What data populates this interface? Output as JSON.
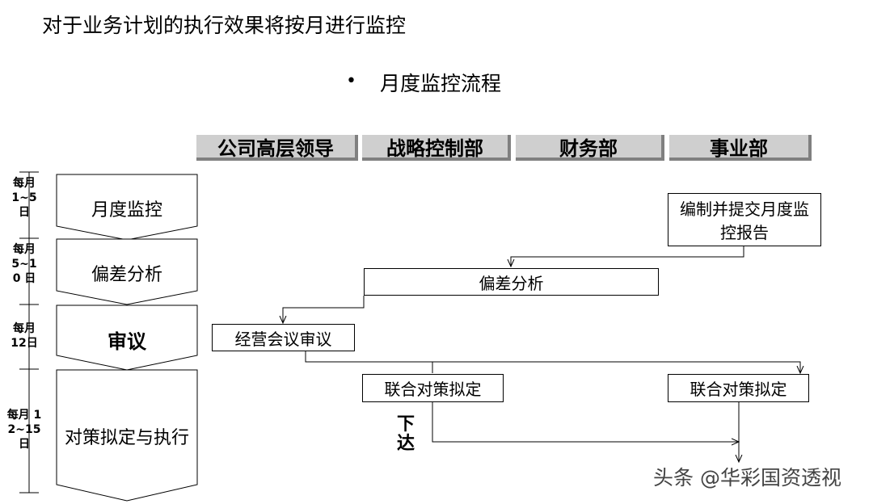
{
  "title": "对于业务计划的执行效果将按月进行监控",
  "subtitle": "月度监控流程",
  "columns": [
    "公司高层领导",
    "战略控制部",
    "财务部",
    "事业部"
  ],
  "phases": [
    {
      "time": "每月 1~5 日",
      "name": "月度监控"
    },
    {
      "time": "每月 5~10 日",
      "name": "偏差分析"
    },
    {
      "time": "每月 12日",
      "name": "审议"
    },
    {
      "time": "每月 12~15 日",
      "name": "对策拟定与执行"
    }
  ],
  "boxes": {
    "report": "编制并提交月度监控报告",
    "deviation": "偏差分析",
    "review": "经营会议审议",
    "strategy_left": "联合对策拟定",
    "strategy_right": "联合对策拟定"
  },
  "issue_label": "下达",
  "watermark": "头条 @华彩国资透视"
}
